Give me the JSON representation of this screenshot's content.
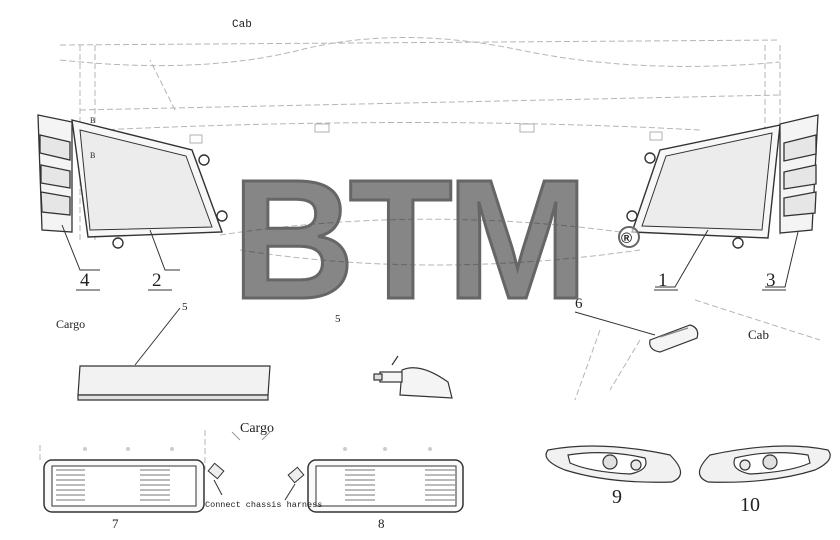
{
  "labels": {
    "cab_top": "Cab",
    "cab_right": "Cab",
    "cargo_mid": "Cargo",
    "cargo_bottom": "Cargo",
    "connect_note": "Connect chassis harness",
    "small_mark": "B",
    "small_mark2": "B"
  },
  "callouts": [
    "1",
    "2",
    "3",
    "4",
    "5",
    "5",
    "6",
    "7",
    "8",
    "9",
    "10"
  ],
  "watermark": {
    "text": "BTM",
    "registered": "®"
  },
  "colors": {
    "line": "#333333",
    "light": "#9a9a9a",
    "watermark": "#666666"
  }
}
